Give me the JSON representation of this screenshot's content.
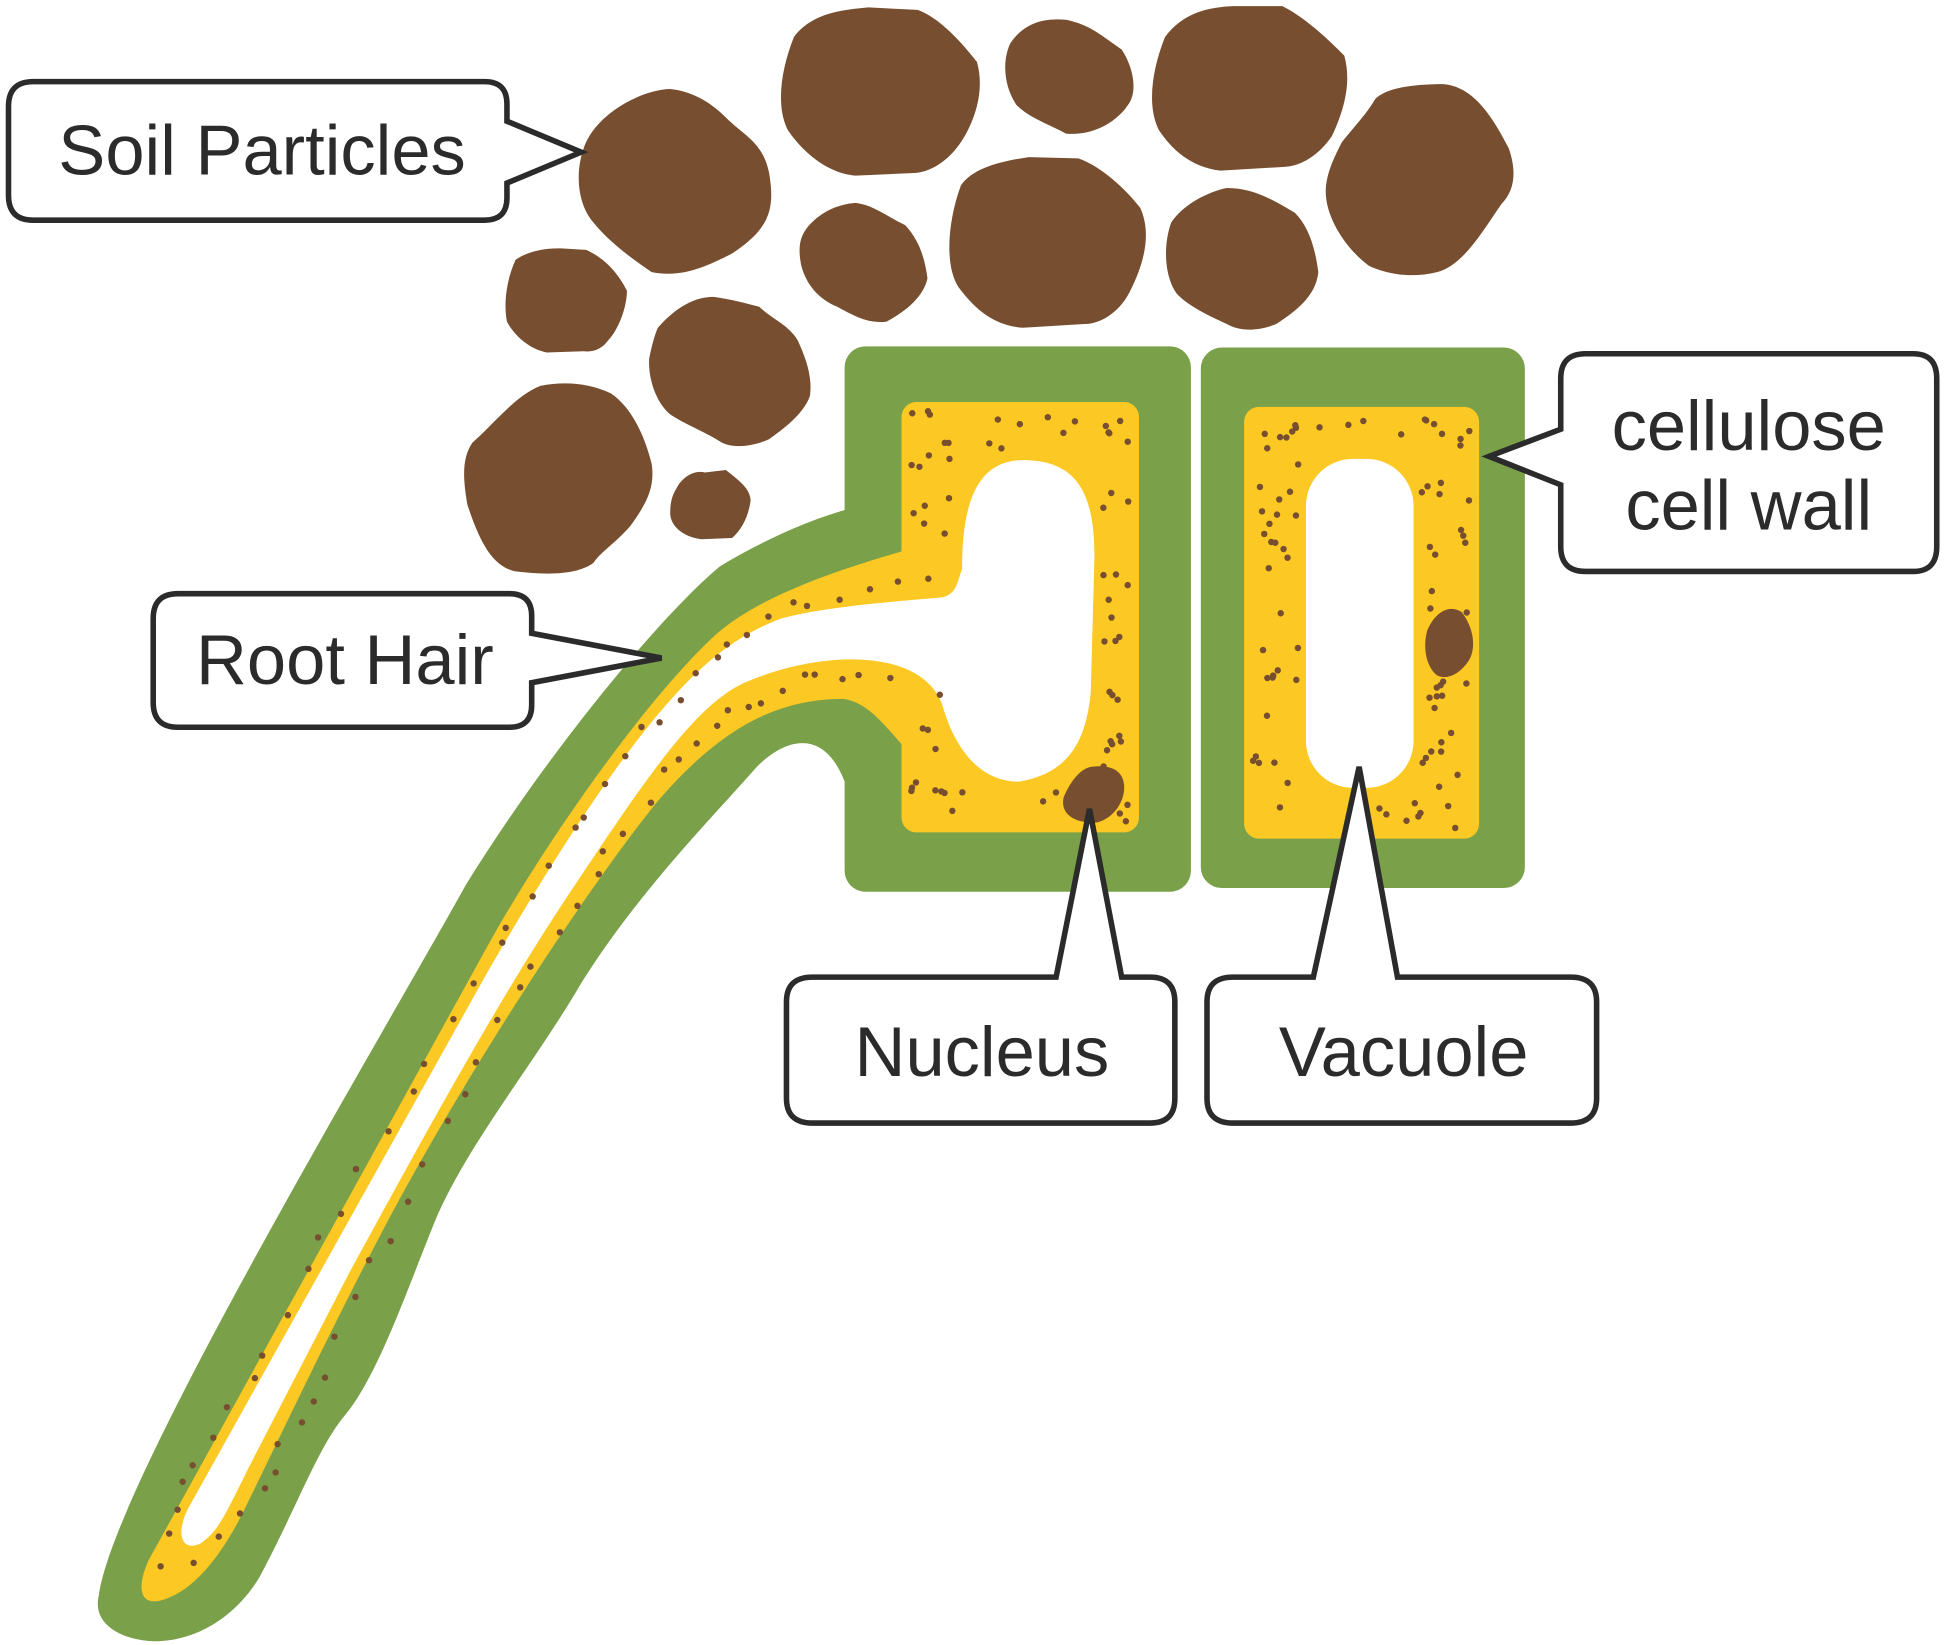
{
  "title": "Root hair cell in soil",
  "labels": {
    "soil_particles": "Soil Particles",
    "root_hair": "Root Hair",
    "cell_wall_line1": "cellulose",
    "cell_wall_line2": "cell wall",
    "nucleus": "Nucleus",
    "vacuole": "Vacuole"
  },
  "colors": {
    "cell_wall": "#7aa04a",
    "cytoplasm": "#fcc824",
    "soil": "#774e2f",
    "outline": "#2b2b2b",
    "vacuole": "#ffffff"
  }
}
